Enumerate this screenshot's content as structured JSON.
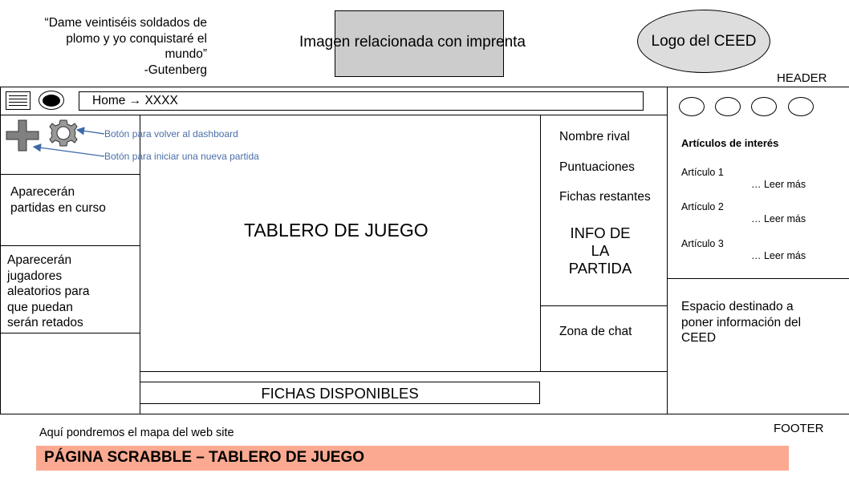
{
  "header": {
    "quote": "“Dame veintiséis soldados de plomo y yo conquistaré el mundo” -Gutenberg",
    "quote_lines": "“Dame veintiséis soldados de\nplomo y yo conquistaré el\nmundo”\n-Gutenberg",
    "image_label": "Imagen relacionada con imprenta",
    "logo_label": "Logo del CEED",
    "section_label": "HEADER"
  },
  "nav": {
    "breadcrumb": "Home → XXXX",
    "menu_icon": "hamburger-menu-icon",
    "circle_icon": "record-circle-icon"
  },
  "sidebar_left": {
    "add_icon": "plus-icon",
    "settings_icon": "gear-icon",
    "dashboard_annotation": "Botón para volver al dashboard",
    "new_game_annotation": "Botón para iniciar una nueva partida",
    "games_in_progress": "Aparecerán\npartidas en curso",
    "random_players": "Aparecerán\njugadores\naleatorios para\nque puedan\nserán retados"
  },
  "main": {
    "board_label": "TABLERO DE JUEGO",
    "tiles_label": "FICHAS DISPONIBLES"
  },
  "game_info": {
    "rival_name": "Nombre rival",
    "scores": "Puntuaciones",
    "remaining_tiles": "Fichas restantes",
    "info_label": "INFO DE\nLA\nPARTIDA",
    "chat_label": "Zona de chat"
  },
  "sidebar_right": {
    "articles_title": "Artículos de interés",
    "articles": [
      {
        "title": "Artículo 1",
        "link": "… Leer más"
      },
      {
        "title": "Artículo 2",
        "link": "… Leer más"
      },
      {
        "title": "Artículo 3",
        "link": "… Leer más"
      }
    ],
    "ceed_info": "Espacio destinado a\nponer información del\nCEED"
  },
  "footer": {
    "sitemap": "Aquí pondremos el mapa del web site",
    "section_label": "FOOTER",
    "page_title": "PÁGINA SCRABBLE – TABLERO DE JUEGO",
    "band_color": "#fbaa91"
  }
}
